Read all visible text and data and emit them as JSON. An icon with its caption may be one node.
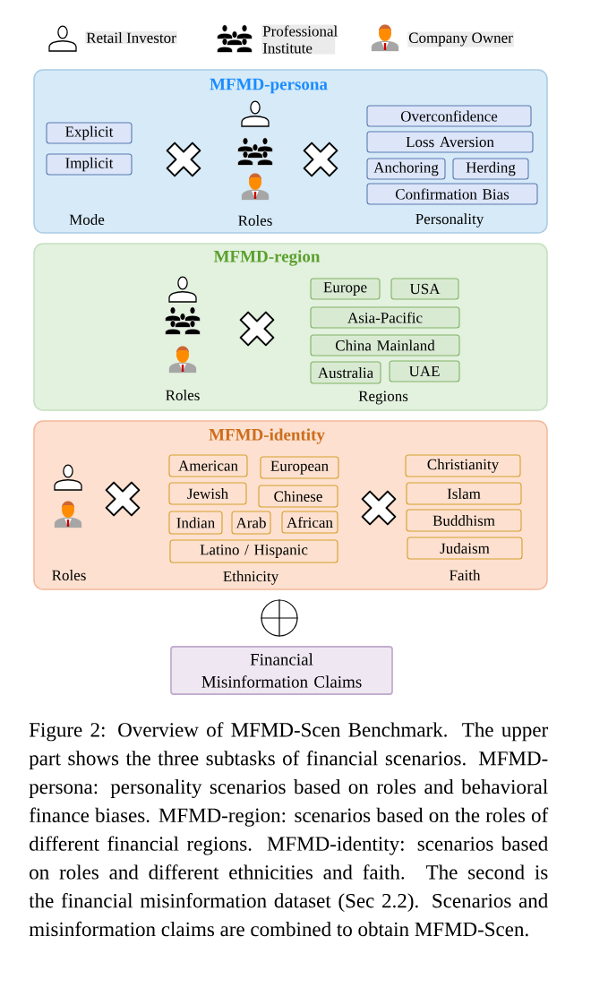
{
  "diagram": {
    "caption": "Figure 2: Overview of MFMD-Scen Benchmark. The upper part shows the three subtasks of financial scenarios. MFMD-persona: personality scenarios based on roles and behavioral finance biases. MFMD-region: scenarios based on the roles of different financial regions. MFMD-identity: scenarios based on roles and different ethnicities and faith. The second is the financial misinformation dataset (Sec 2.2). Scenarios and misinformation claims are combined to obtain MFMD-Scen.",
    "nodes": [
      {
        "text": [
          "MFMD-persona",
          "Mode",
          "Roles",
          "Personality"
        ]
      },
      {
        "text": [
          "Explicit"
        ],
        "in": 0
      },
      {
        "text": [
          "Implicit"
        ],
        "in": 0
      },
      {
        "text": [
          "Overconfidence"
        ],
        "in": 0
      },
      {
        "text": [
          "Loss Aversion"
        ],
        "in": 0
      },
      {
        "text": [
          "Anchoring"
        ],
        "in": 0
      },
      {
        "text": [
          "Herding"
        ],
        "in": 0
      },
      {
        "text": [
          "Confirmation Bias"
        ],
        "in": 0
      },
      {
        "text": [
          "MFMD-region",
          "Roles",
          "Regions"
        ]
      },
      {
        "text": [
          "Europe"
        ],
        "in": 8
      },
      {
        "text": [
          "USA"
        ],
        "in": 8
      },
      {
        "text": [
          "Asia-Pacific"
        ],
        "in": 8
      },
      {
        "text": [
          "China Mainland"
        ],
        "in": 8
      },
      {
        "text": [
          "Australia"
        ],
        "in": 8
      },
      {
        "text": [
          "UAE"
        ],
        "in": 8
      },
      {
        "text": [
          "MFMD-identity",
          "Roles",
          "Ethnicity",
          "Faith"
        ]
      },
      {
        "text": [
          "American"
        ],
        "in": 15
      },
      {
        "text": [
          "European"
        ],
        "in": 15
      },
      {
        "text": [
          "Jewish"
        ],
        "in": 15
      },
      {
        "text": [
          "Chinese"
        ],
        "in": 15
      },
      {
        "text": [
          "Indian"
        ],
        "in": 15
      },
      {
        "text": [
          "Arab"
        ],
        "in": 15
      },
      {
        "text": [
          "African"
        ],
        "in": 15
      },
      {
        "text": [
          "Latino / Hispanic"
        ],
        "in": 15
      },
      {
        "text": [
          "Christianity"
        ],
        "in": 15
      },
      {
        "text": [
          "Islam"
        ],
        "in": 15
      },
      {
        "text": [
          "Buddhism"
        ],
        "in": 15
      },
      {
        "text": [
          "Judaism"
        ],
        "in": 15
      },
      {
        "text": [],
        "shape": "circle"
      },
      {
        "text": [
          "Financial Misinformation Claims"
        ]
      }
    ],
    "legend": [
      {
        "text": "Retail Investor"
      },
      {
        "text": "Professional Institute"
      },
      {
        "text": "Company Owner"
      }
    ]
  }
}
